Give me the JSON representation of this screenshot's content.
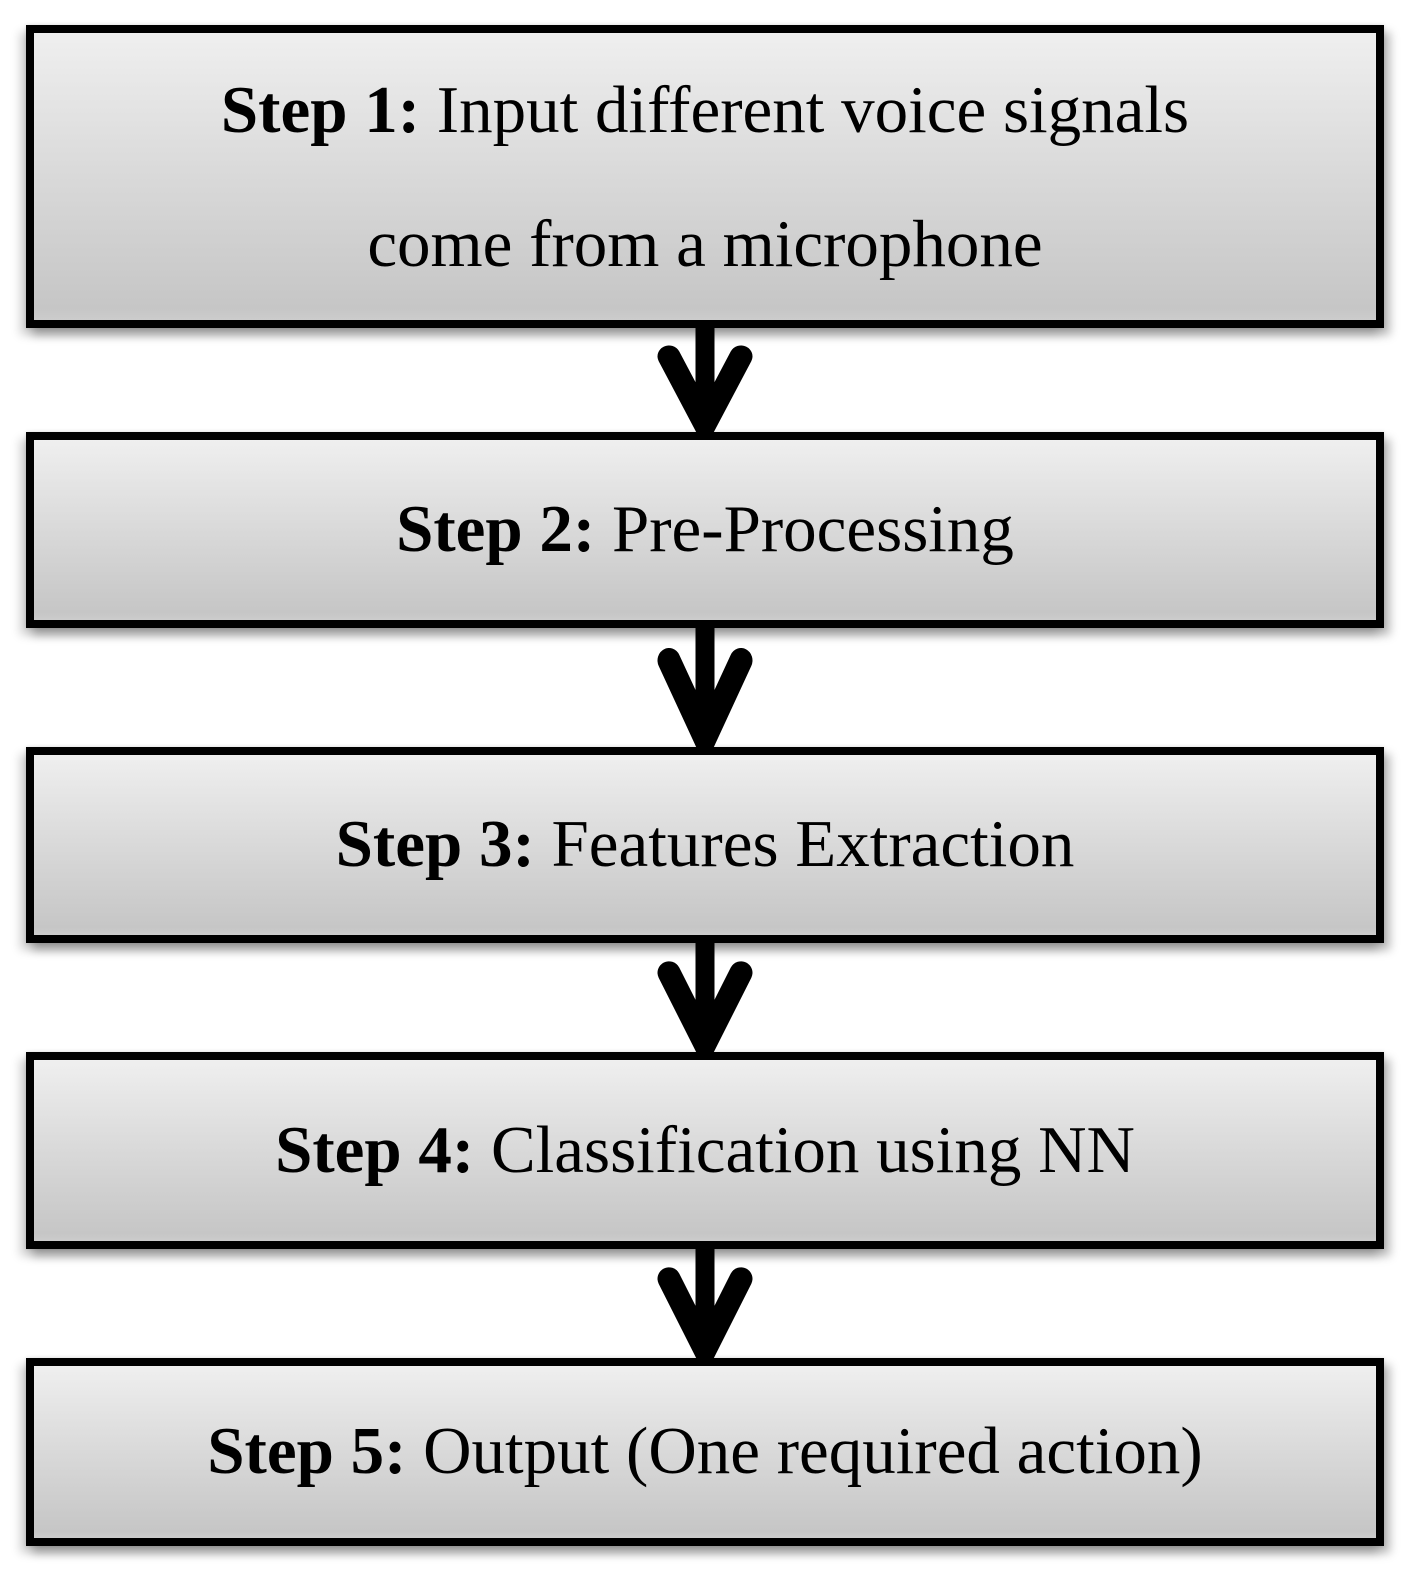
{
  "diagram": {
    "type": "flowchart",
    "direction": "top-to-bottom",
    "background_color": "#ffffff",
    "box_border_color": "#000000",
    "box_fill_gradient_top": "#efefef",
    "box_fill_gradient_bottom": "#c6c6c6",
    "arrow_color": "#000000",
    "text_color": "#000000",
    "steps": [
      {
        "id": 1,
        "label": "Step 1:",
        "text": "Input different voice signals",
        "text_line2": "come from a microphone"
      },
      {
        "id": 2,
        "label": "Step 2:",
        "text": "Pre-Processing"
      },
      {
        "id": 3,
        "label": "Step 3:",
        "text": "Features Extraction"
      },
      {
        "id": 4,
        "label": "Step 4:",
        "text": "Classification using NN"
      },
      {
        "id": 5,
        "label": "Step 5:",
        "text": "Output (One required action)"
      }
    ],
    "connections": [
      {
        "from": 1,
        "to": 2,
        "style": "down-arrow"
      },
      {
        "from": 2,
        "to": 3,
        "style": "down-arrow"
      },
      {
        "from": 3,
        "to": 4,
        "style": "down-arrow"
      },
      {
        "from": 4,
        "to": 5,
        "style": "down-arrow"
      }
    ]
  }
}
